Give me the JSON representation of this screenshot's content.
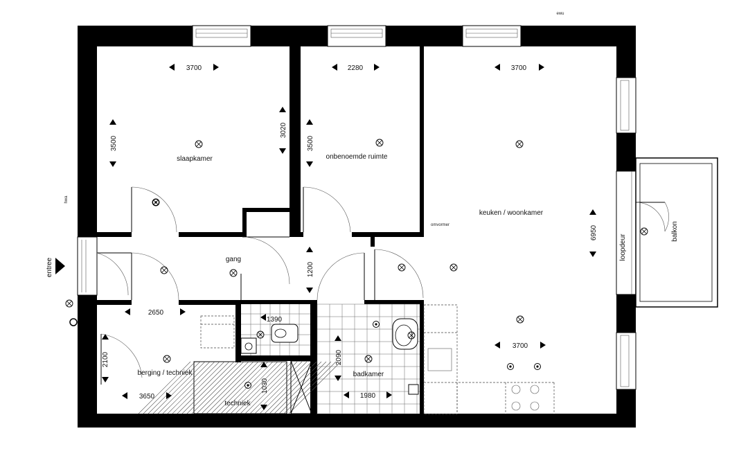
{
  "rooms": {
    "slaapkamer": "slaapkamer",
    "onbenoemde": "onbenoemde ruimte",
    "keuken": "keuken / woonkamer",
    "gang": "gang",
    "berging": "berging / techniek",
    "techniek": "techniek",
    "badkamer": "badkamer",
    "balkon": "balkon",
    "loopdeur": "loopdeur",
    "entree": "entree"
  },
  "dimensions": {
    "slaap_w": "3700",
    "onb_w": "2280",
    "keuken_w": "3700",
    "slaap_h": "3500",
    "slaap_h2": "3020",
    "onb_h": "3500",
    "keuken_h": "6950",
    "gang_h": "1200",
    "berging_w": "2650",
    "berging_h": "2100",
    "berging_w2": "3650",
    "wc_w": "1390",
    "techniek_h": "1030",
    "bad_h": "2090",
    "bad_w": "1980",
    "keuken_w2": "3700"
  },
  "annotations": {
    "ewu": "ewu",
    "hwa": "hwa",
    "omvormer": "omvormer"
  }
}
